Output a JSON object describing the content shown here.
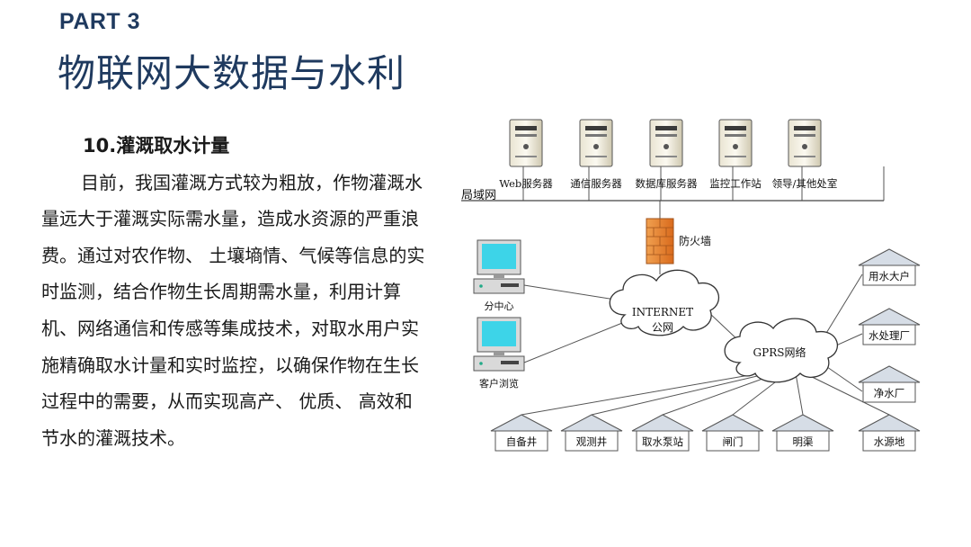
{
  "header": {
    "part": "PART 3",
    "title": "物联网大数据与水利"
  },
  "article": {
    "heading": "10.灌溉取水计量",
    "paragraph": "目前，我国灌溉方式较为粗放，作物灌溉水量远大于灌溉实际需水量，造成水资源的严重浪费。通过对农作物、 土壤墒情、气候等信息的实时监测，结合作物生长周期需水量，利用计算机、网络通信和传感等集成技术，对取水用户实施精确取水计量和实时监控，以确保作物在生长过程中的需要，从而实现高产、 优质、 高效和节水的灌溉技术。"
  },
  "diagram": {
    "lan_label": "局域网",
    "servers": [
      "Web服务器",
      "通信服务器",
      "数据库服务器",
      "监控工作站",
      "领导/其他处室"
    ],
    "firewall_label": "防火墙",
    "internet_label_line1": "INTERNET",
    "internet_label_line2": "公网",
    "gprs_label": "GPRS网络",
    "computers": [
      "分中心",
      "客户浏览"
    ],
    "sites_right": [
      "用水大户",
      "水处理厂",
      "净水厂"
    ],
    "sites_bottom": [
      "自备井",
      "观测井",
      "取水泵站",
      "闸门",
      "明渠",
      "水源地"
    ]
  }
}
